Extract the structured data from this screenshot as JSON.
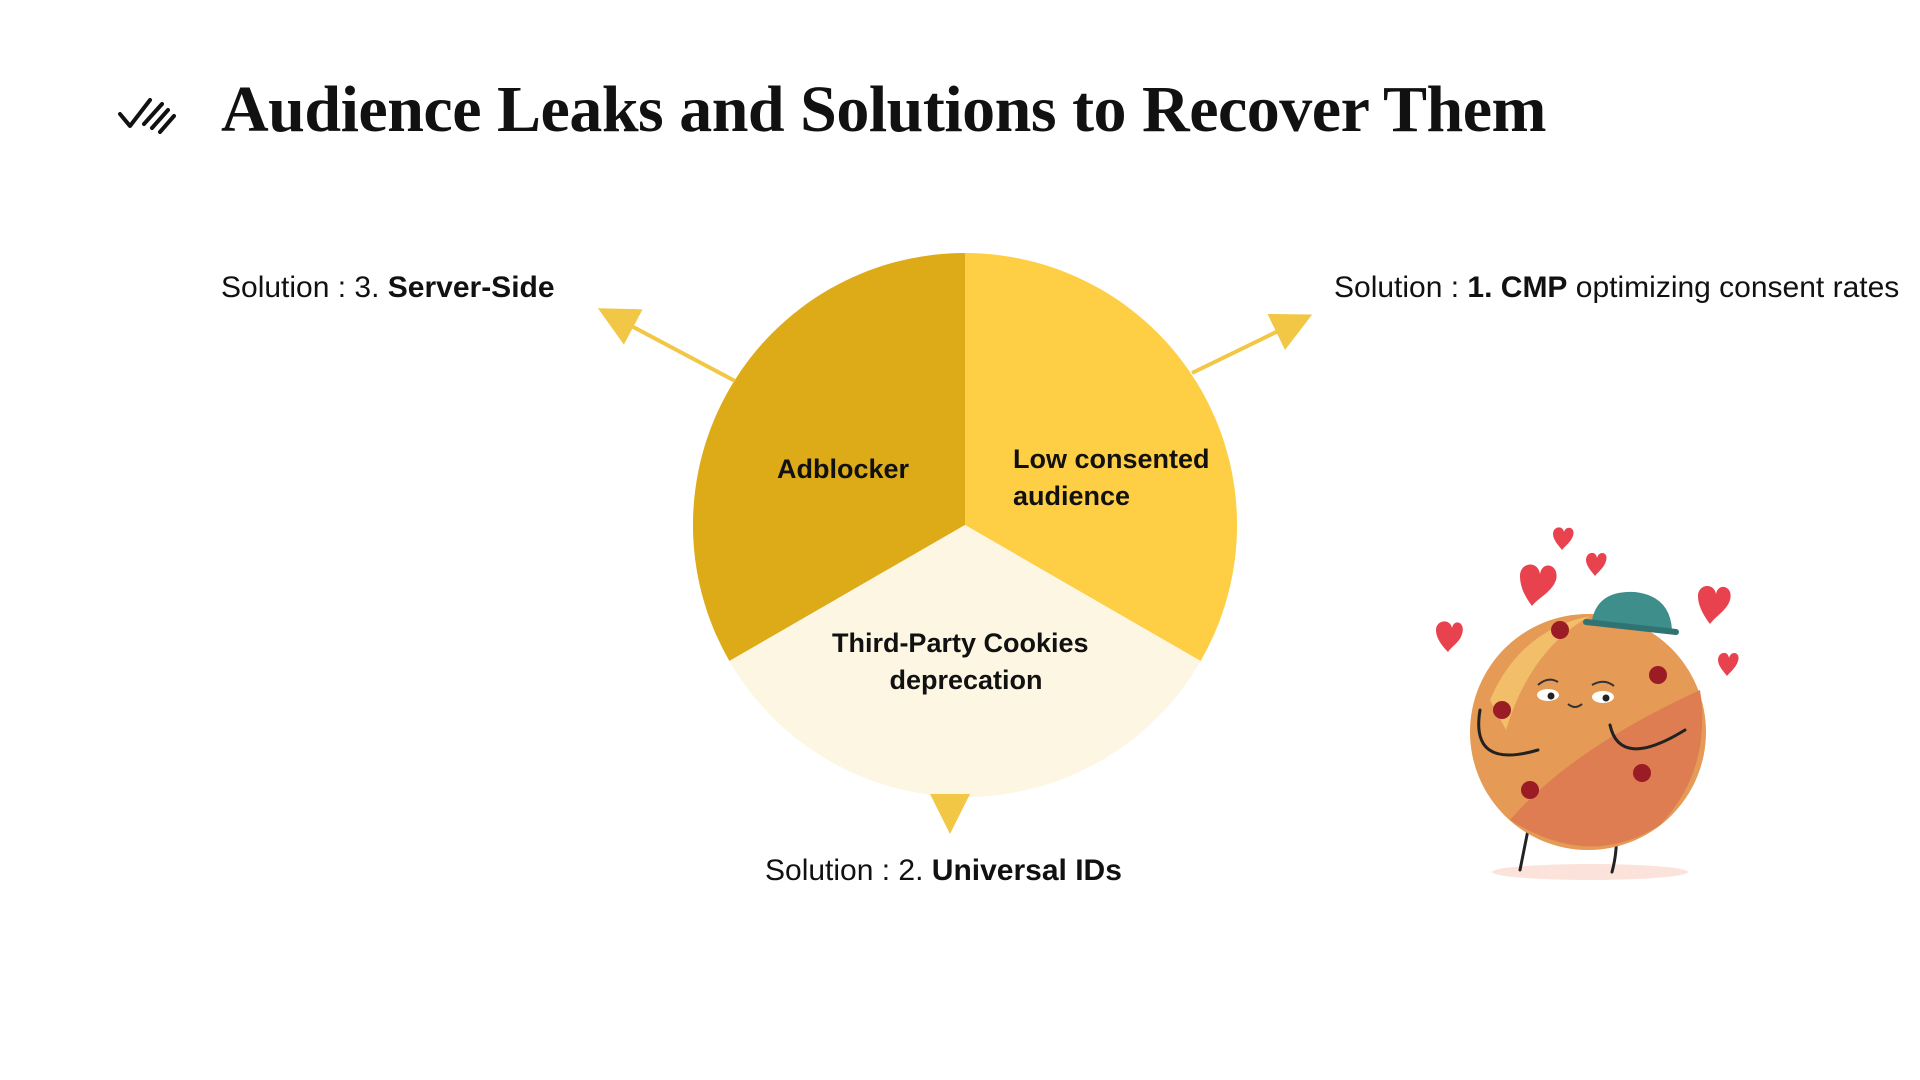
{
  "title": "Audience Leaks and Solutions to Recover Them",
  "icons": {
    "logo": "double-check-slash-icon",
    "mascot": "cookie-mascot-illustration"
  },
  "segments": [
    {
      "id": "adblocker",
      "lines": [
        "Adblocker"
      ],
      "color": "#DDAA18"
    },
    {
      "id": "low-consent",
      "lines": [
        "Low consented",
        "audience"
      ],
      "color": "#FECE44"
    },
    {
      "id": "third-party",
      "lines": [
        "Third-Party Cookies",
        "deprecation"
      ],
      "color": "#FDF6E3"
    }
  ],
  "solutions": {
    "s3": {
      "prefix": "Solution : 3.",
      "bold": "Server-Side",
      "suffix": ""
    },
    "s1": {
      "prefix": "Solution : ",
      "bold": "1. CMP",
      "suffix": " optimizing consent rates"
    },
    "s2": {
      "prefix": "Solution : 2.",
      "bold": "Universal IDs",
      "suffix": ""
    }
  },
  "colors": {
    "arrow": "#F2C745",
    "heart": "#E8424F",
    "text": "#111111"
  }
}
